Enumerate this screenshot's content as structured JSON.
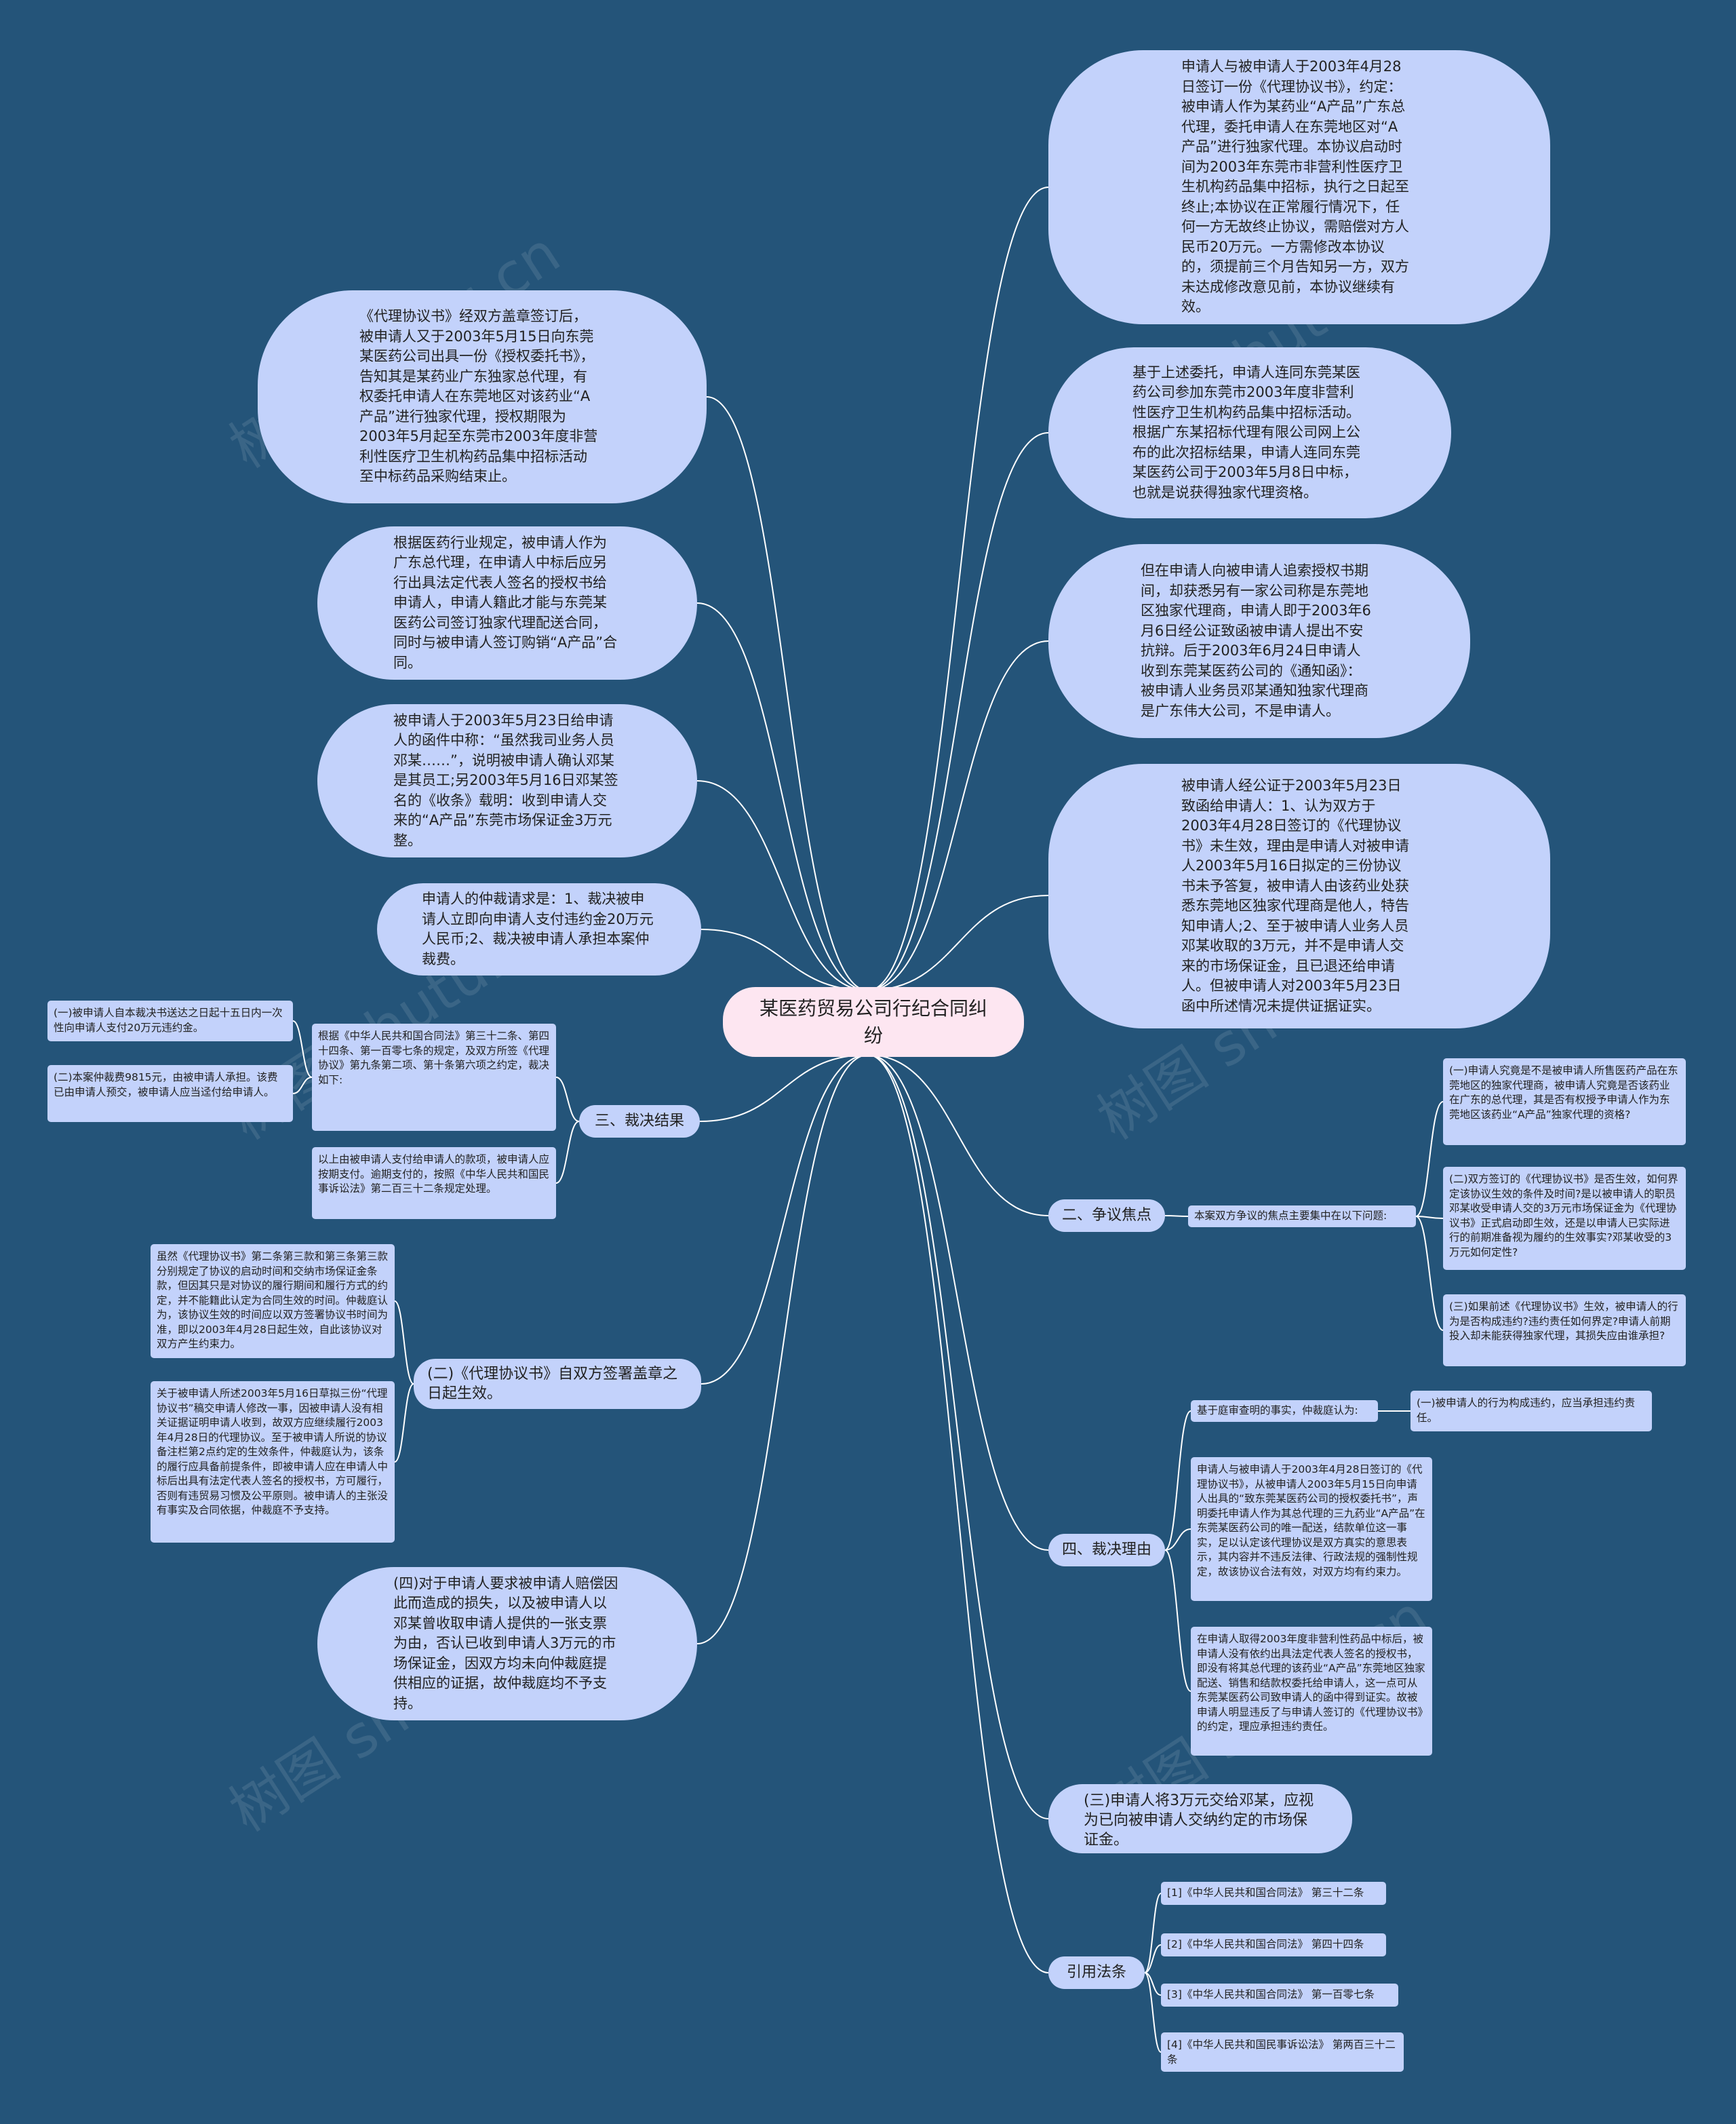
{
  "title": "某医药贸易公司行纪合同纠纷",
  "watermark": "树图 shutu.cn",
  "colors": {
    "background": "#245479",
    "node": "#c3d2fb",
    "root": "#fde6f1",
    "line": "#ffffff"
  },
  "right_top": [
    "申请人与被申请人于2003年4月28日签订一份《代理协议书》，约定：被申请人作为某药业“A产品”广东总代理，委托申请人在东莞地区对“A产品”进行独家代理。本协议启动时间为2003年东莞市非营利性医疗卫生机构药品集中招标，执行之日起至终止;本协议在正常履行情况下，任何一方无故终止协议，需赔偿对方人民币20万元。一方需修改本协议的，须提前三个月告知另一方，双方未达成修改意见前，本协议继续有效。",
    "基于上述委托，申请人连同东莞某医药公司参加东莞市2003年度非营利性医疗卫生机构药品集中招标活动。根据广东某招标代理有限公司网上公布的此次招标结果，申请人连同东莞某医药公司于2003年5月8日中标，也就是说获得独家代理资格。",
    "但在申请人向被申请人追索授权书期间，却获悉另有一家公司称是东莞地区独家代理商，申请人即于2003年6月6日经公证致函被申请人提出不安抗辩。后于2003年6月24日申请人收到东莞某医药公司的《通知函》：被申请人业务员邓某通知独家代理商是广东伟大公司，不是申请人。",
    "被申请人经公证于2003年5月23日致函给申请人：1、认为双方于2003年4月28日签订的《代理协议书》未生效，理由是申请人对被申请人2003年5月16日拟定的三份协议书未予答复，被申请人由该药业处获悉东莞地区独家代理商是他人，特告知申请人;2、至于被申请人业务人员邓某收取的3万元，并不是申请人交来的市场保证金，且已退还给申请人。但被申请人对2003年5月23日函中所述情况未提供证据证实。"
  ],
  "left_top": [
    "《代理协议书》经双方盖章签订后，被申请人又于2003年5月15日向东莞某医药公司出具一份《授权委托书》，告知其是某药业广东独家总代理，有权委托申请人在东莞地区对该药业“A产品”进行独家代理，授权期限为2003年5月起至东莞市2003年度非营利性医疗卫生机构药品集中招标活动至中标药品采购结束止。",
    "根据医药行业规定，被申请人作为广东总代理，在申请人中标后应另行出具法定代表人签名的授权书给申请人，申请人籍此才能与东莞某医药公司签订独家代理配送合同，同时与被申请人签订购销“A产品”合同。",
    "被申请人于2003年5月23日给申请人的函件中称：“虽然我司业务人员邓某……”，说明被申请人确认邓某是其员工;另2003年5月16日邓某签名的《收条》载明：收到申请人交来的“A产品”东莞市场保证金3万元整。",
    "申请人的仲裁请求是：1、裁决被申请人立即向申请人支付违约金20万元人民币;2、裁决被申请人承担本案仲裁费。"
  ],
  "ruling": {
    "label": "三、裁决结果",
    "basis": "根据《中华人民共和国合同法》第三十二条、第四十四条、第一百零七条的规定，及双方所签《代理协议》第九条第二项、第十条第六项之约定，裁决如下:",
    "items": [
      "(一)被申请人自本裁决书送达之日起十五日内一次性向申请人支付20万元违约金。",
      "(二)本案仲裁费9815元，由被申请人承担。该费已由申请人预交，被申请人应当迳付给申请人。"
    ],
    "payment": "以上由被申请人支付给申请人的款项，被申请人应按期支付。逾期支付的，按照《中华人民共和国民事诉讼法》第二百三十二条规定处理。"
  },
  "agreement_effect": {
    "label": "(二)《代理协议书》自双方签署盖章之日起生效。",
    "notes": [
      "虽然《代理协议书》第二条第三款和第三条第三款分别规定了协议的启动时间和交纳市场保证金条款，但因其只是对协议的履行期间和履行方式的约定，并不能籍此认定为合同生效的时间。仲裁庭认为，该协议生效的时间应以双方签署协议书时间为准，即以2003年4月28日起生效，自此该协议对双方产生约束力。",
      "关于被申请人所述2003年5月16日草拟三份“代理协议书”稿交申请人修改一事，因被申请人没有相关证据证明申请人收到，故双方应继续履行2003年4月28日的代理协议。至于被申请人所说的协议备注栏第2点约定的生效条件，仲裁庭认为，该条的履行应具备前提条件，即被申请人应在申请人中标后出具有法定代表人签名的授权书，方可履行，否则有违贸易习惯及公平原则。被申请人的主张没有事实及合同依据，仲裁庭不予支持。"
    ]
  },
  "claim_four": "(四)对于申请人要求被申请人赔偿因此而造成的损失，以及被申请人以邓某曾收取申请人提供的一张支票为由，否认已收到申请人3万元的市场保证金，因双方均未向仲裁庭提供相应的证据，故仲裁庭均不予支持。",
  "dispute": {
    "label": "二、争议焦点",
    "intro": "本案双方争议的焦点主要集中在以下问题:",
    "items": [
      "(一)申请人究竟是不是被申请人所售医药产品在东莞地区的独家代理商，被申请人究竟是否该药业在广东的总代理，其是否有权授予申请人作为东莞地区该药业“A产品”独家代理的资格?",
      "(二)双方签订的《代理协议书》是否生效，如何界定该协议生效的条件及时间?是以被申请人的职员邓某收受申请人交的3万元市场保证金为《代理协议书》正式启动即生效，还是以申请人已实际进行的前期准备视为履约的生效事实?邓某收受的3万元如何定性?",
      "(三)如果前述《代理协议书》生效，被申请人的行为是否构成违约?违约责任如何界定?申请人前期投入却未能获得独家代理，其损失应由谁承担?"
    ]
  },
  "reasons": {
    "label": "四、裁决理由",
    "intro": "基于庭审查明的事实，仲裁庭认为:",
    "intro_child": "(一)被申请人的行为构成违约，应当承担违约责任。",
    "items": [
      "申请人与被申请人于2003年4月28日签订的《代理协议书》，从被申请人2003年5月15日向申请人出具的“致东莞某医药公司的授权委托书”，声明委托申请人作为其总代理的三九药业“A产品”在东莞某医药公司的唯一配送，结款单位这一事实，足以认定该代理协议是双方真实的意思表示，其内容并不违反法律、行政法规的强制性规定，故该协议合法有效，对双方均有约束力。",
      "在申请人取得2003年度非营利性药品中标后，被申请人没有依约出具法定代表人签名的授权书，即没有将其总代理的该药业“A产品”东莞地区独家配送、销售和结款权委托给申请人，这一点可从东莞某医药公司致申请人的函中得到证实。故被申请人明显违反了与申请人签订的《代理协议书》的约定，理应承担违约责任。"
    ]
  },
  "claim_three": "(三)申请人将3万元交给邓某，应视为已向被申请人交纳约定的市场保证金。",
  "laws": {
    "label": "引用法条",
    "items": [
      "[1]《中华人民共和国合同法》 第三十二条",
      "[2]《中华人民共和国合同法》 第四十四条",
      "[3]《中华人民共和国合同法》 第一百零七条",
      "[4]《中华人民共和国民事诉讼法》 第两百三十二条"
    ]
  }
}
